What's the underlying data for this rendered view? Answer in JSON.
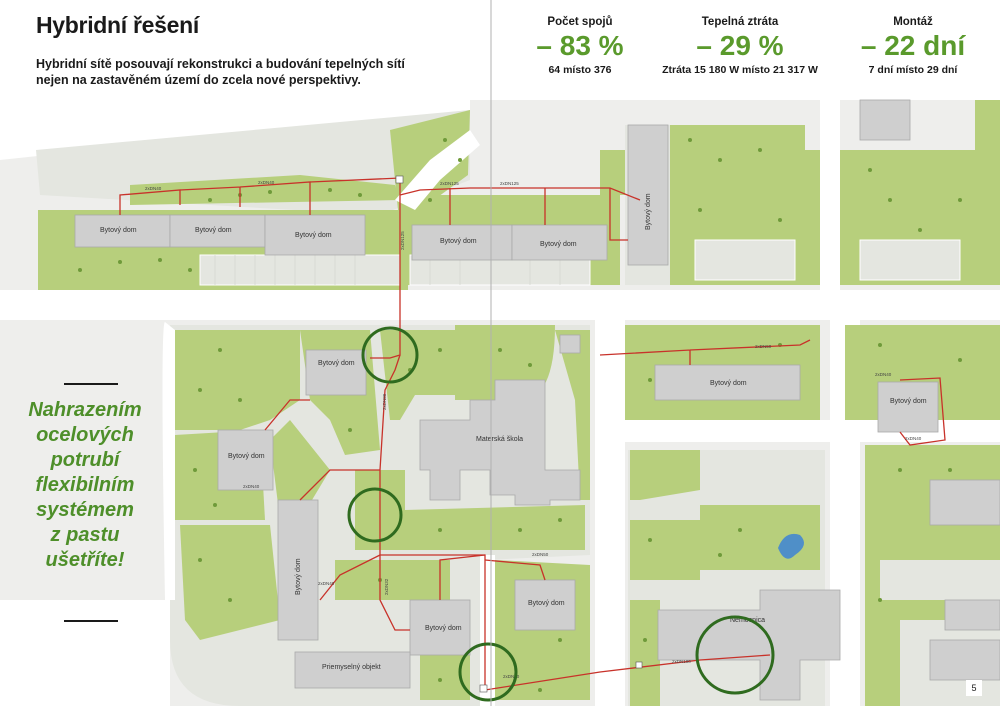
{
  "header": {
    "title": "Hybridní řešení",
    "description": "Hybridní sítě posouvají rekonstrukci a budování tepelných sítí nejen na zastavěném území do zcela nové perspektivy."
  },
  "stats": [
    {
      "label": "Počet spojů",
      "value": "– 83 %",
      "detail": "64 místo 376"
    },
    {
      "label": "Tepelná ztráta",
      "value": "– 29 %",
      "detail": "Ztráta 15 180 W místo 21 317 W"
    },
    {
      "label": "Montáž",
      "value": "– 22 dní",
      "detail": "7 dní místo 29 dní"
    }
  ],
  "slogan": {
    "lines": [
      "Nahrazením",
      "ocelových",
      "potrubí",
      "flexibilním",
      "systémem",
      "z pastu",
      "ušetříte!"
    ]
  },
  "map": {
    "buildings": {
      "b1": "Bytový dom",
      "b2": "Bytový dom",
      "b3": "Bytový dom",
      "b4": "Bytový dom",
      "b5": "Bytový dom",
      "b6": "Bytový dom",
      "b7": "Bytový dom",
      "b8": "Bytový dom",
      "b9": "Bytový dom",
      "b10": "Bytový dom",
      "b11": "Bytový dom",
      "b12": "Bytový dom",
      "b13": "Bytový dom",
      "school": "Materská škola",
      "hospital": "Nemocnica",
      "industry": "Priemyselný objekt"
    },
    "pipe_labels": {
      "p1": "2xDN40",
      "p2": "2xDN40",
      "p3": "2xDN125",
      "p4": "2xDN125",
      "p5": "2xDN125",
      "p6": "2xDN80",
      "p7": "2xDN50",
      "p8": "2xDN40",
      "p9": "2xDN40",
      "p10": "2xDN50",
      "p11": "2xDN32",
      "p12": "2xDN40",
      "p13": "2xDN100",
      "p14": "2xDN40",
      "p15": "2xDN50"
    },
    "colors": {
      "grass": "#b7cf7c",
      "road": "#ffffff",
      "building": "#cfcfcf",
      "pipe": "#c8322a",
      "highlight": "#2f6b1f"
    }
  },
  "page_number": "5"
}
